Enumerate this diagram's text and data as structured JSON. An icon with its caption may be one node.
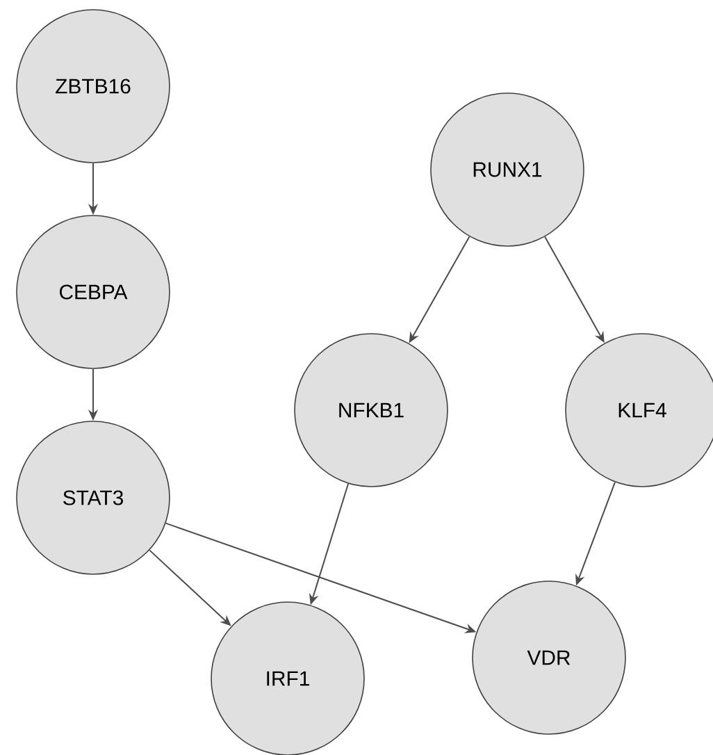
{
  "diagram": {
    "nodes": [
      {
        "text": [
          "ZBTB16"
        ]
      },
      {
        "text": [
          "CEBPA"
        ]
      },
      {
        "text": [
          "STAT3"
        ]
      },
      {
        "text": [
          "RUNX1"
        ]
      },
      {
        "text": [
          "NFKB1"
        ]
      },
      {
        "text": [
          "KLF4"
        ]
      },
      {
        "text": [
          "IRF1"
        ]
      },
      {
        "text": [
          "VDR"
        ]
      }
    ],
    "edges": [
      {
        "from": 0,
        "to": 1,
        "arrow": "to"
      },
      {
        "from": 1,
        "to": 2,
        "arrow": "to"
      },
      {
        "from": 3,
        "to": 4,
        "arrow": "to"
      },
      {
        "from": 3,
        "to": 5,
        "arrow": "to"
      },
      {
        "from": 4,
        "to": 6,
        "arrow": "to"
      },
      {
        "from": 2,
        "to": 6,
        "arrow": "to"
      },
      {
        "from": 2,
        "to": 7,
        "arrow": "to"
      },
      {
        "from": 5,
        "to": 7,
        "arrow": "to"
      }
    ]
  }
}
